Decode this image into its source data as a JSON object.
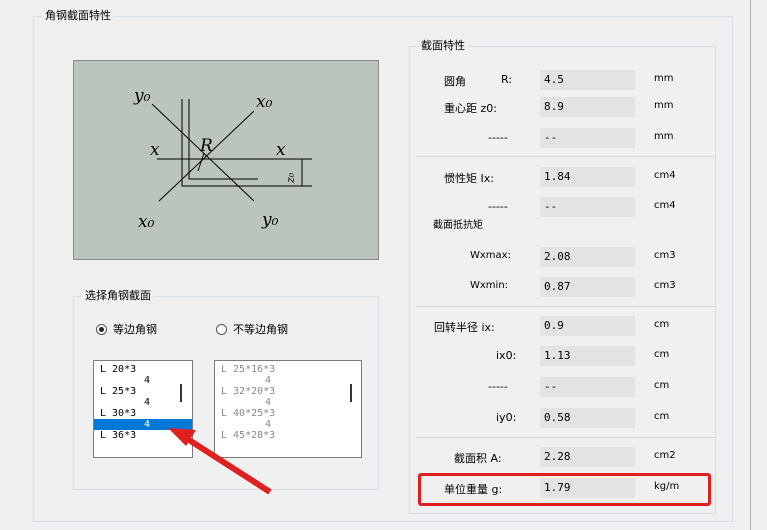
{
  "outer_group": {
    "title": "角钢截面特性"
  },
  "section_group": {
    "title": "截面特性"
  },
  "select_group": {
    "title": "选择角钢截面"
  },
  "diagram": {
    "labels": {
      "y0_top": "y₀",
      "x0_top": "x₀",
      "x_left": "x",
      "R": "R",
      "x_right": "x",
      "z0": "z₀",
      "x0_bottom": "x₀",
      "y0_bottom": "y₀"
    }
  },
  "radios": [
    {
      "label": "等边角钢",
      "checked": true
    },
    {
      "label": "不等边角钢",
      "checked": false
    }
  ],
  "equal_list": {
    "items": [
      {
        "text": "L 20*3",
        "sub": false,
        "selected": false
      },
      {
        "text": "4",
        "sub": true,
        "selected": false
      },
      {
        "text": "L 25*3",
        "sub": false,
        "selected": false
      },
      {
        "text": "4",
        "sub": true,
        "selected": false
      },
      {
        "text": "L 30*3",
        "sub": false,
        "selected": false
      },
      {
        "text": "4",
        "sub": true,
        "selected": true
      },
      {
        "text": "L 36*3",
        "sub": false,
        "selected": false
      }
    ]
  },
  "unequal_list": {
    "items": [
      {
        "text": "L 25*16*3",
        "sub": false
      },
      {
        "text": "4",
        "sub": true
      },
      {
        "text": "L 32*20*3",
        "sub": false
      },
      {
        "text": "4",
        "sub": true
      },
      {
        "text": "L 40*25*3",
        "sub": false
      },
      {
        "text": "4",
        "sub": true
      },
      {
        "text": "L 45*28*3",
        "sub": false
      }
    ]
  },
  "properties": {
    "fillet_label": "圆角",
    "fillet_sym": "R:",
    "fillet_val": "4.5",
    "fillet_unit": "mm",
    "centroid_label": "重心距 z0:",
    "centroid_val": "8.9",
    "centroid_unit": "mm",
    "blank1_label": "-----",
    "blank1_val": "--",
    "blank1_unit": "mm",
    "inertia_label": "惯性矩 Ix:",
    "inertia_val": "1.84",
    "inertia_unit": "cm4",
    "blank2_label": "-----",
    "blank2_val": "--",
    "blank2_unit": "cm4",
    "modulus_title": "截面抵抗矩",
    "wxmax_label": "Wxmax:",
    "wxmax_val": "2.08",
    "wxmax_unit": "cm3",
    "wxmin_label": "Wxmin:",
    "wxmin_val": "0.87",
    "wxmin_unit": "cm3",
    "ix_label": "回转半径 ix:",
    "ix_val": "0.9",
    "ix_unit": "cm",
    "ix0_label": "ix0:",
    "ix0_val": "1.13",
    "ix0_unit": "cm",
    "blank3_label": "-----",
    "blank3_val": "--",
    "blank3_unit": "cm",
    "iy0_label": "iy0:",
    "iy0_val": "0.58",
    "iy0_unit": "cm",
    "area_label": "截面积 A:",
    "area_val": "2.28",
    "area_unit": "cm2",
    "weight_label": "单位重量 g:",
    "weight_val": "1.79",
    "weight_unit": "kg/m"
  },
  "colors": {
    "highlight": "#e02020",
    "selection": "#0078d7",
    "diagram_bg": "#bcc5bc"
  }
}
